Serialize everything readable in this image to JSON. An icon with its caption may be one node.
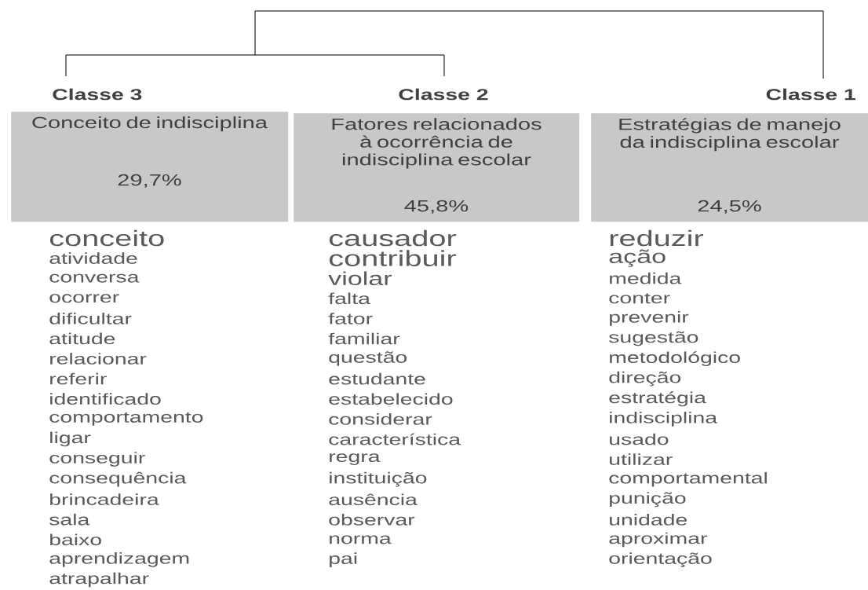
{
  "diagram": {
    "nodes": [
      {
        "text": [
          "Classe 3",
          "Conceito de indisciplina",
          "29,7%"
        ],
        "beside": [
          "conceito",
          "atividade",
          "conversa",
          "ocorrer",
          "dificultar",
          "atitude",
          "relacionar",
          "referir",
          "identificado",
          "comportamento",
          "ligar",
          "conseguir",
          "consequência",
          "brincadeira",
          "sala",
          "baixo",
          "aprendizagem",
          "atrapalhar"
        ]
      },
      {
        "text": [
          "Classe 2",
          "Fatores relacionados à ocorrência de indisciplina escolar",
          "45,8%"
        ],
        "beside": [
          "causador",
          "contribuir",
          "violar",
          "falta",
          "fator",
          "familiar",
          "questão",
          "estudante",
          "estabelecido",
          "considerar",
          "característica",
          "regra",
          "instituição",
          "ausência",
          "observar",
          "norma",
          "pai"
        ]
      },
      {
        "text": [
          "Classe 1",
          "Estratégias de manejo da indisciplina escolar",
          "24,5%"
        ],
        "beside": [
          "reduzir",
          "ação",
          "medida",
          "conter",
          "prevenir",
          "sugestão",
          "metodológico",
          "direção",
          "estratégia",
          "indisciplina",
          "usado",
          "utilizar",
          "comportamental",
          "punição",
          "unidade",
          "aproximar",
          "orientação"
        ]
      }
    ],
    "edges": [
      {
        "from": 0,
        "to": 1,
        "arrow": "none"
      },
      {
        "from": 2,
        "to": 0,
        "arrow": "none"
      },
      {
        "from": 2,
        "to": 1,
        "arrow": "none"
      }
    ]
  }
}
